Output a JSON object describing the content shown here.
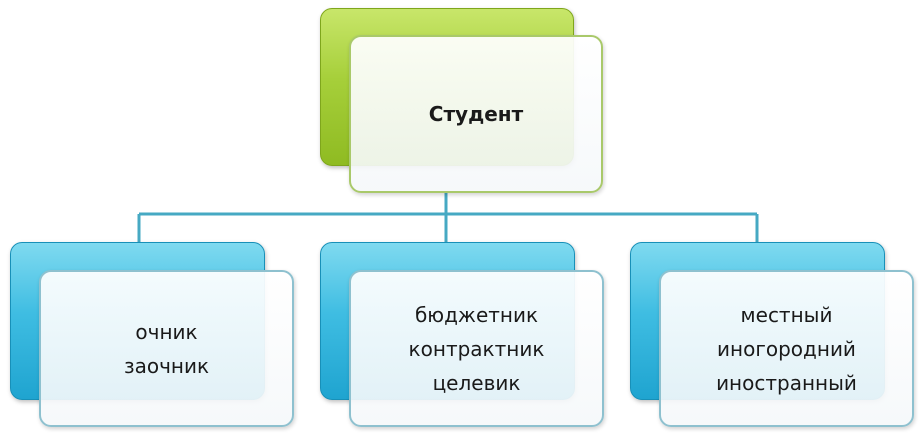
{
  "root": {
    "label": "Студент"
  },
  "groups": [
    {
      "items": [
        "очник",
        "заочник"
      ]
    },
    {
      "items": [
        "бюджетник",
        "контрактник",
        "целевик"
      ]
    },
    {
      "items": [
        "местный",
        "иногородний",
        "иностранный"
      ]
    }
  ],
  "colors": {
    "root_accent": "#9cc832",
    "child_accent": "#2fb2dc",
    "connector": "#46a9c3"
  }
}
